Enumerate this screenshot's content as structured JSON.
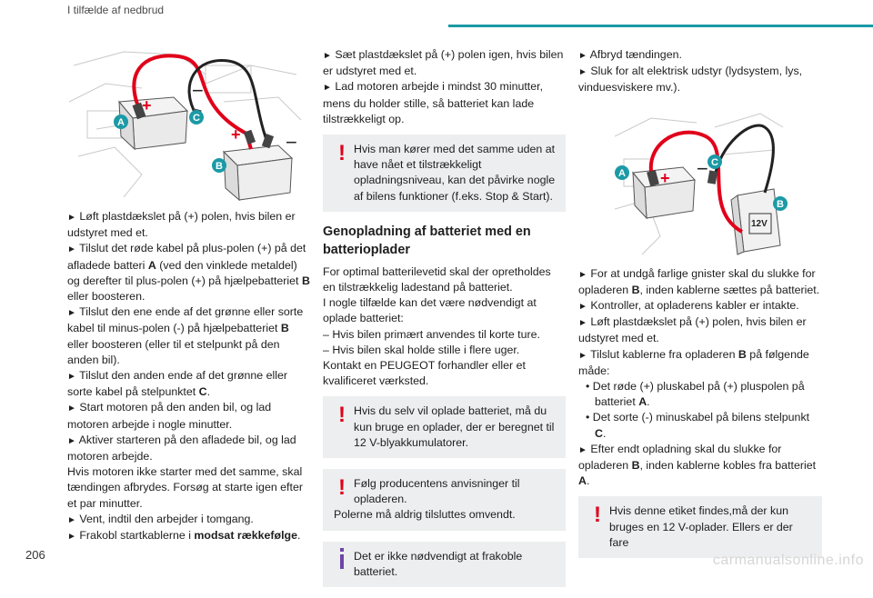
{
  "header": {
    "title": "I tilfælde af nedbrud"
  },
  "page_number": "206",
  "figure1": {
    "labels": {
      "a": "A",
      "b": "B",
      "c": "C",
      "plus1": "+",
      "minus1": "−",
      "plus2": "+",
      "minus2": "−"
    }
  },
  "figure2": {
    "labels": {
      "a": "A",
      "b": "B",
      "c": "C",
      "plus": "+",
      "minus": "−",
      "volt": "12V"
    }
  },
  "col1": {
    "p1": "Løft plastdækslet på (+) polen, hvis bilen er udstyret med et.",
    "p2a": "Tilslut det røde kabel på plus-polen (+) på det afladede batteri ",
    "p2b": "A",
    "p2c": " (ved den vinklede metaldel) og derefter til plus-polen (+) på hjælpebatteriet ",
    "p2d": "B",
    "p2e": " eller boosteren.",
    "p3a": "Tilslut den ene ende af det grønne eller sorte kabel til minus-polen (-) på hjælpebatteriet ",
    "p3b": "B",
    "p3c": " eller boosteren (eller til et stelpunkt på den anden bil).",
    "p4a": "Tilslut den anden ende af det grønne eller sorte kabel på stelpunktet ",
    "p4b": "C",
    "p4c": ".",
    "p5": "Start motoren på den anden bil, og lad motoren arbejde i nogle minutter.",
    "p6": "Aktiver starteren på den afladede bil, og lad motoren arbejde.",
    "p7": "Hvis motoren ikke starter med det samme, skal tændingen afbrydes. Forsøg at starte igen efter et par minutter.",
    "p8": "Vent, indtil den arbejder i tomgang.",
    "p9a": "Frakobl startkablerne i ",
    "p9b": "modsat rækkefølge",
    "p9c": "."
  },
  "col2": {
    "p1": "Sæt plastdækslet på (+) polen igen, hvis bilen er udstyret med et.",
    "p2": "Lad motoren arbejde i mindst 30 minutter, mens du holder stille, så batteriet kan lade tilstrækkeligt op.",
    "warn1": "Hvis man kører med det samme uden at have nået et tilstrækkeligt opladningsniveau, kan det påvirke nogle af bilens funktioner (f.eks. Stop & Start).",
    "heading": "Genopladning af batteriet med en batterioplader",
    "p3": "For optimal batterilevetid skal der opretholdes en tilstrækkelig ladestand på batteriet.",
    "p4": "I nogle tilfælde kan det være nødvendigt at oplade batteriet:",
    "p5": "– Hvis bilen primært anvendes til korte ture.",
    "p6": "– Hvis bilen skal holde stille i flere uger.",
    "p7": "Kontakt en PEUGEOT forhandler eller et kvalificeret værksted.",
    "warn2": "Hvis du selv vil oplade batteriet, må du kun bruge en oplader, der er beregnet til 12 V-blyakkumulatorer.",
    "warn3a": "Følg producentens anvisninger til opladeren.",
    "warn3b": "Polerne må aldrig tilsluttes omvendt.",
    "info1": "Det er ikke nødvendigt at frakoble batteriet."
  },
  "col3": {
    "p1": "Afbryd tændingen.",
    "p2": "Sluk for alt elektrisk udstyr (lydsystem, lys, vinduesviskere mv.).",
    "p3a": "For at undgå farlige gnister skal du slukke for opladeren ",
    "p3b": "B",
    "p3c": ", inden kablerne sættes på batteriet.",
    "p4": "Kontroller, at opladerens kabler er intakte.",
    "p5": "Løft plastdækslet på (+) polen, hvis bilen er udstyret med et.",
    "p6a": "Tilslut kablerne fra opladeren ",
    "p6b": "B",
    "p6c": " på følgende måde:",
    "b1a": "Det røde (+) pluskabel på (+) pluspolen på batteriet ",
    "b1b": "A",
    "b1c": ".",
    "b2a": "Det sorte (-) minuskabel på bilens stelpunkt ",
    "b2b": "C",
    "b2c": ".",
    "p7a": "Efter endt opladning skal du slukke for opladeren ",
    "p7b": "B",
    "p7c": ", inden kablerne kobles fra batteriet ",
    "p7d": "A",
    "p7e": ".",
    "warn4": "Hvis denne etiket findes,må der kun bruges en 12 V-oplader. Ellers er der fare"
  },
  "symbols": {
    "arrow": "►",
    "exclaim": "!",
    "bullet": "•"
  },
  "watermark": "carmanualsonline.info",
  "colors": {
    "accent": "#1b9aa6",
    "warning": "#e1001a",
    "info": "#6d46a8",
    "label_teal": "#1b9aa6",
    "cable_red": "#e1001a"
  }
}
